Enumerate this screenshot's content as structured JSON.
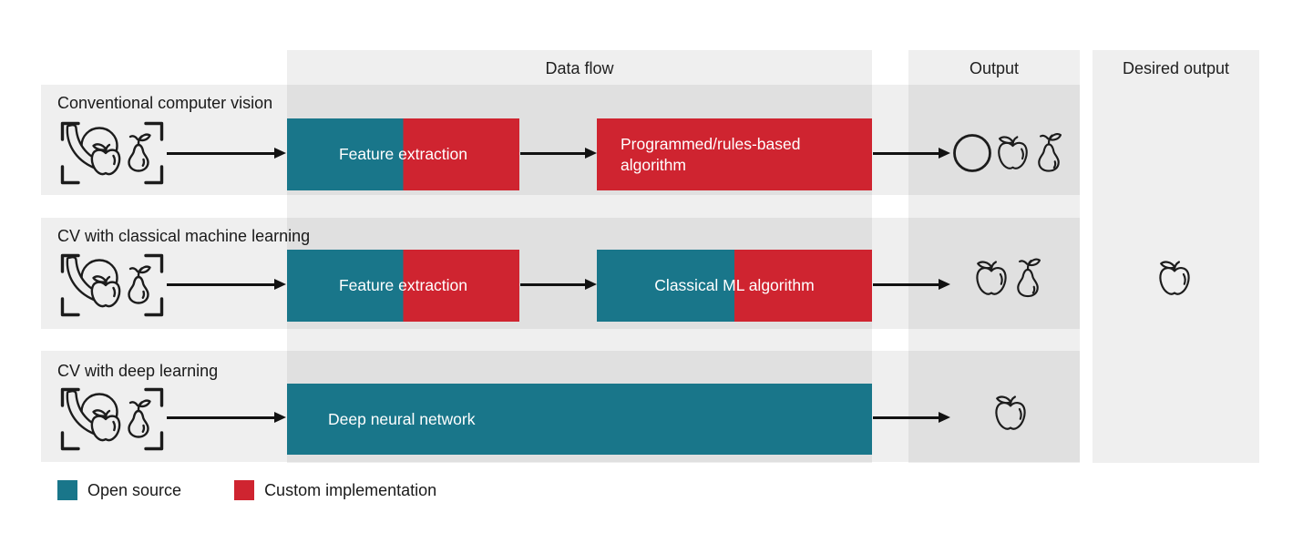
{
  "colors": {
    "open_source_teal": "#19768a",
    "custom_red": "#cf2430",
    "band_gray": "#ededed",
    "band_overlap_gray": "#dfdfdf",
    "text_dark": "#1f1f1f",
    "box_text": "#ffffff",
    "arrow_black": "#121212"
  },
  "columns": [
    {
      "id": "dataflow",
      "label": "Data flow"
    },
    {
      "id": "output",
      "label": "Output"
    },
    {
      "id": "desired",
      "label": "Desired output"
    }
  ],
  "rows": [
    {
      "label": "Conventional computer vision",
      "input_icon": "fruits-in-selection-brackets",
      "stages": [
        {
          "text": "Feature extraction",
          "segments": [
            "open-source",
            "custom-implementation"
          ]
        },
        {
          "text": "Programmed/rules-based algorithm",
          "segments": [
            "custom-implementation"
          ]
        }
      ],
      "output_icons": [
        "unclassified-circle",
        "apple",
        "pear"
      ]
    },
    {
      "label": "CV with classical machine learning",
      "input_icon": "fruits-in-selection-brackets",
      "stages": [
        {
          "text": "Feature extraction",
          "segments": [
            "open-source",
            "custom-implementation"
          ]
        },
        {
          "text": "Classical ML algorithm",
          "segments": [
            "open-source",
            "custom-implementation"
          ]
        }
      ],
      "output_icons": [
        "apple",
        "pear"
      ]
    },
    {
      "label": "CV with deep learning",
      "input_icon": "fruits-in-selection-brackets",
      "stages": [
        {
          "text": "Deep neural network",
          "segments": [
            "open-source"
          ]
        }
      ],
      "output_icons": [
        "apple"
      ]
    }
  ],
  "desired_output": {
    "icon": "apple"
  },
  "legend": [
    {
      "label": "Open source",
      "color_key": "open_source_teal"
    },
    {
      "label": "Custom implementation",
      "color_key": "custom_red"
    }
  ]
}
